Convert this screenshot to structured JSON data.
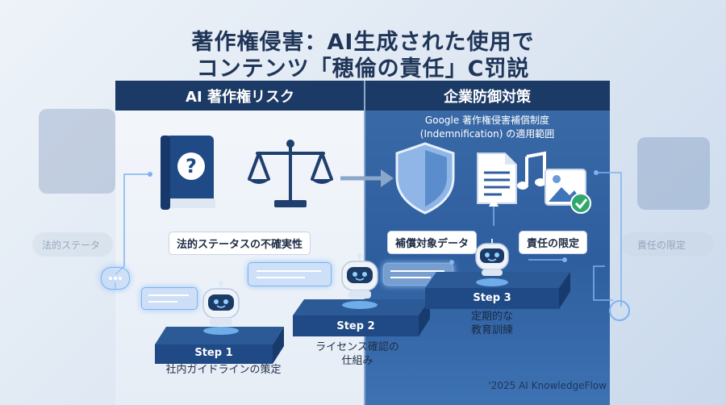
{
  "title": {
    "line1": "著作権侵害：AI生成された使用で",
    "line2": "コンテンツ「穂倫の責任」C罚説"
  },
  "left_panel": {
    "header": "AI 著作権リスク",
    "label": "法的ステータスの不確実性"
  },
  "right_panel": {
    "header": "企業防御対策",
    "subtitle_line1": "Google 著作権侵害補償制度",
    "subtitle_line2": "(Indemnification) の適用範囲",
    "label_data": "補償対象データ",
    "label_limit": "責任の限定"
  },
  "background": {
    "left_pill": "法的ステータ",
    "right_pill": "責任の限定"
  },
  "steps": [
    {
      "label": "Step 1",
      "desc_line1": "社内ガイドラインの策定",
      "desc_line2": ""
    },
    {
      "label": "Step 2",
      "desc_line1": "ライセンス確認の",
      "desc_line2": "仕組み"
    },
    {
      "label": "Step 3",
      "desc_line1": "定期的な",
      "desc_line2": "教育訓練"
    }
  ],
  "icons": {
    "book": "question-book-icon",
    "scale": "scales-of-justice-icon",
    "arrow": "right-arrow-icon",
    "shield": "shield-icon",
    "document": "document-icon",
    "music": "music-note-icon",
    "image": "image-check-icon",
    "robot": "robot-icon",
    "chat": "chat-bubble-icon"
  },
  "colors": {
    "header_navy": "#1c3a66",
    "right_blue": "#2e5e9e",
    "glow": "#7fb2ee",
    "check_green": "#2ea86b"
  },
  "footer": "'2025 AI KnowledgeFlow"
}
